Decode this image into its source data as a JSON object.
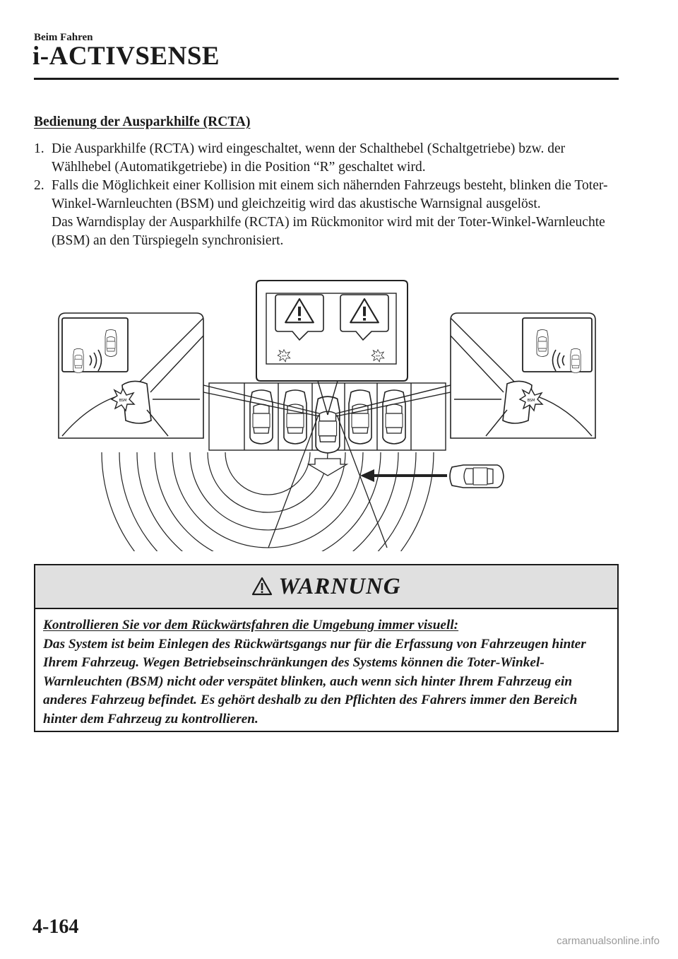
{
  "header": {
    "section": "Beim Fahren",
    "chapter": "i-ACTIVSENSE"
  },
  "content": {
    "subheading": "Bedienung der Ausparkhilfe (RCTA)",
    "steps": [
      {
        "number": "1.",
        "paragraphs": [
          "Die Ausparkhilfe (RCTA) wird eingeschaltet, wenn der Schalthebel (Schaltgetriebe) bzw. der Wählhebel (Automatikgetriebe) in die Position “R” geschaltet wird."
        ]
      },
      {
        "number": "2.",
        "paragraphs": [
          "Falls die Möglichkeit einer Kollision mit einem sich nähernden Fahrzeugs besteht, blinken die Toter-Winkel-Warnleuchten (BSM) und gleichzeitig wird das akustische Warnsignal ausgelöst.",
          "Das Warndisplay der Ausparkhilfe (RCTA) im Rückmonitor wird mit der Toter-Winkel-Warnleuchte (BSM) an den Türspiegeln synchronisiert."
        ]
      }
    ]
  },
  "warning": {
    "title": "WARNUNG",
    "icon": "warning-triangle-icon",
    "lead": "Kontrollieren Sie vor dem Rückwärtsfahren die Umgebung immer visuell:",
    "body": "Das System ist beim Einlegen des Rückwärtsgangs nur für die Erfassung von Fahrzeugen hinter Ihrem Fahrzeug. Wegen Betriebseinschränkungen des Systems können die Toter-Winkel-Warnleuchten (BSM) nicht oder verspätet blinken, auch wenn sich hinter Ihrem Fahrzeug ein anderes Fahrzeug befindet. Es gehört deshalb zu den Pflichten des Fahrers immer den Bereich hinter dem Fahrzeug zu kontrollieren."
  },
  "footer": {
    "page_number": "4-164",
    "watermark": "carmanualsonline.info"
  }
}
